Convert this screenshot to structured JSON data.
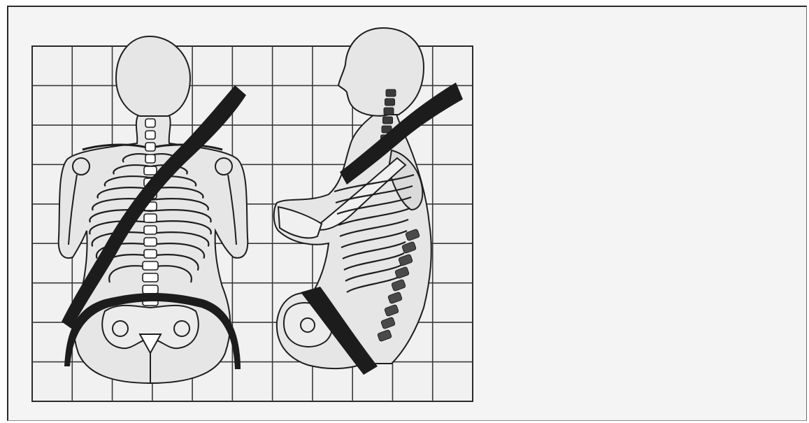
{
  "figure": {
    "panels": [
      "front-view",
      "side-view"
    ],
    "grid": {
      "columns": 11,
      "rows": 9,
      "visible": true
    },
    "colors": {
      "frame_background": "#f4f4f4",
      "grid_line": "#2a2a2a",
      "body_fill": "#e6e6e6",
      "outline": "#1e1e1e",
      "belt": "#1c1c1c"
    }
  }
}
